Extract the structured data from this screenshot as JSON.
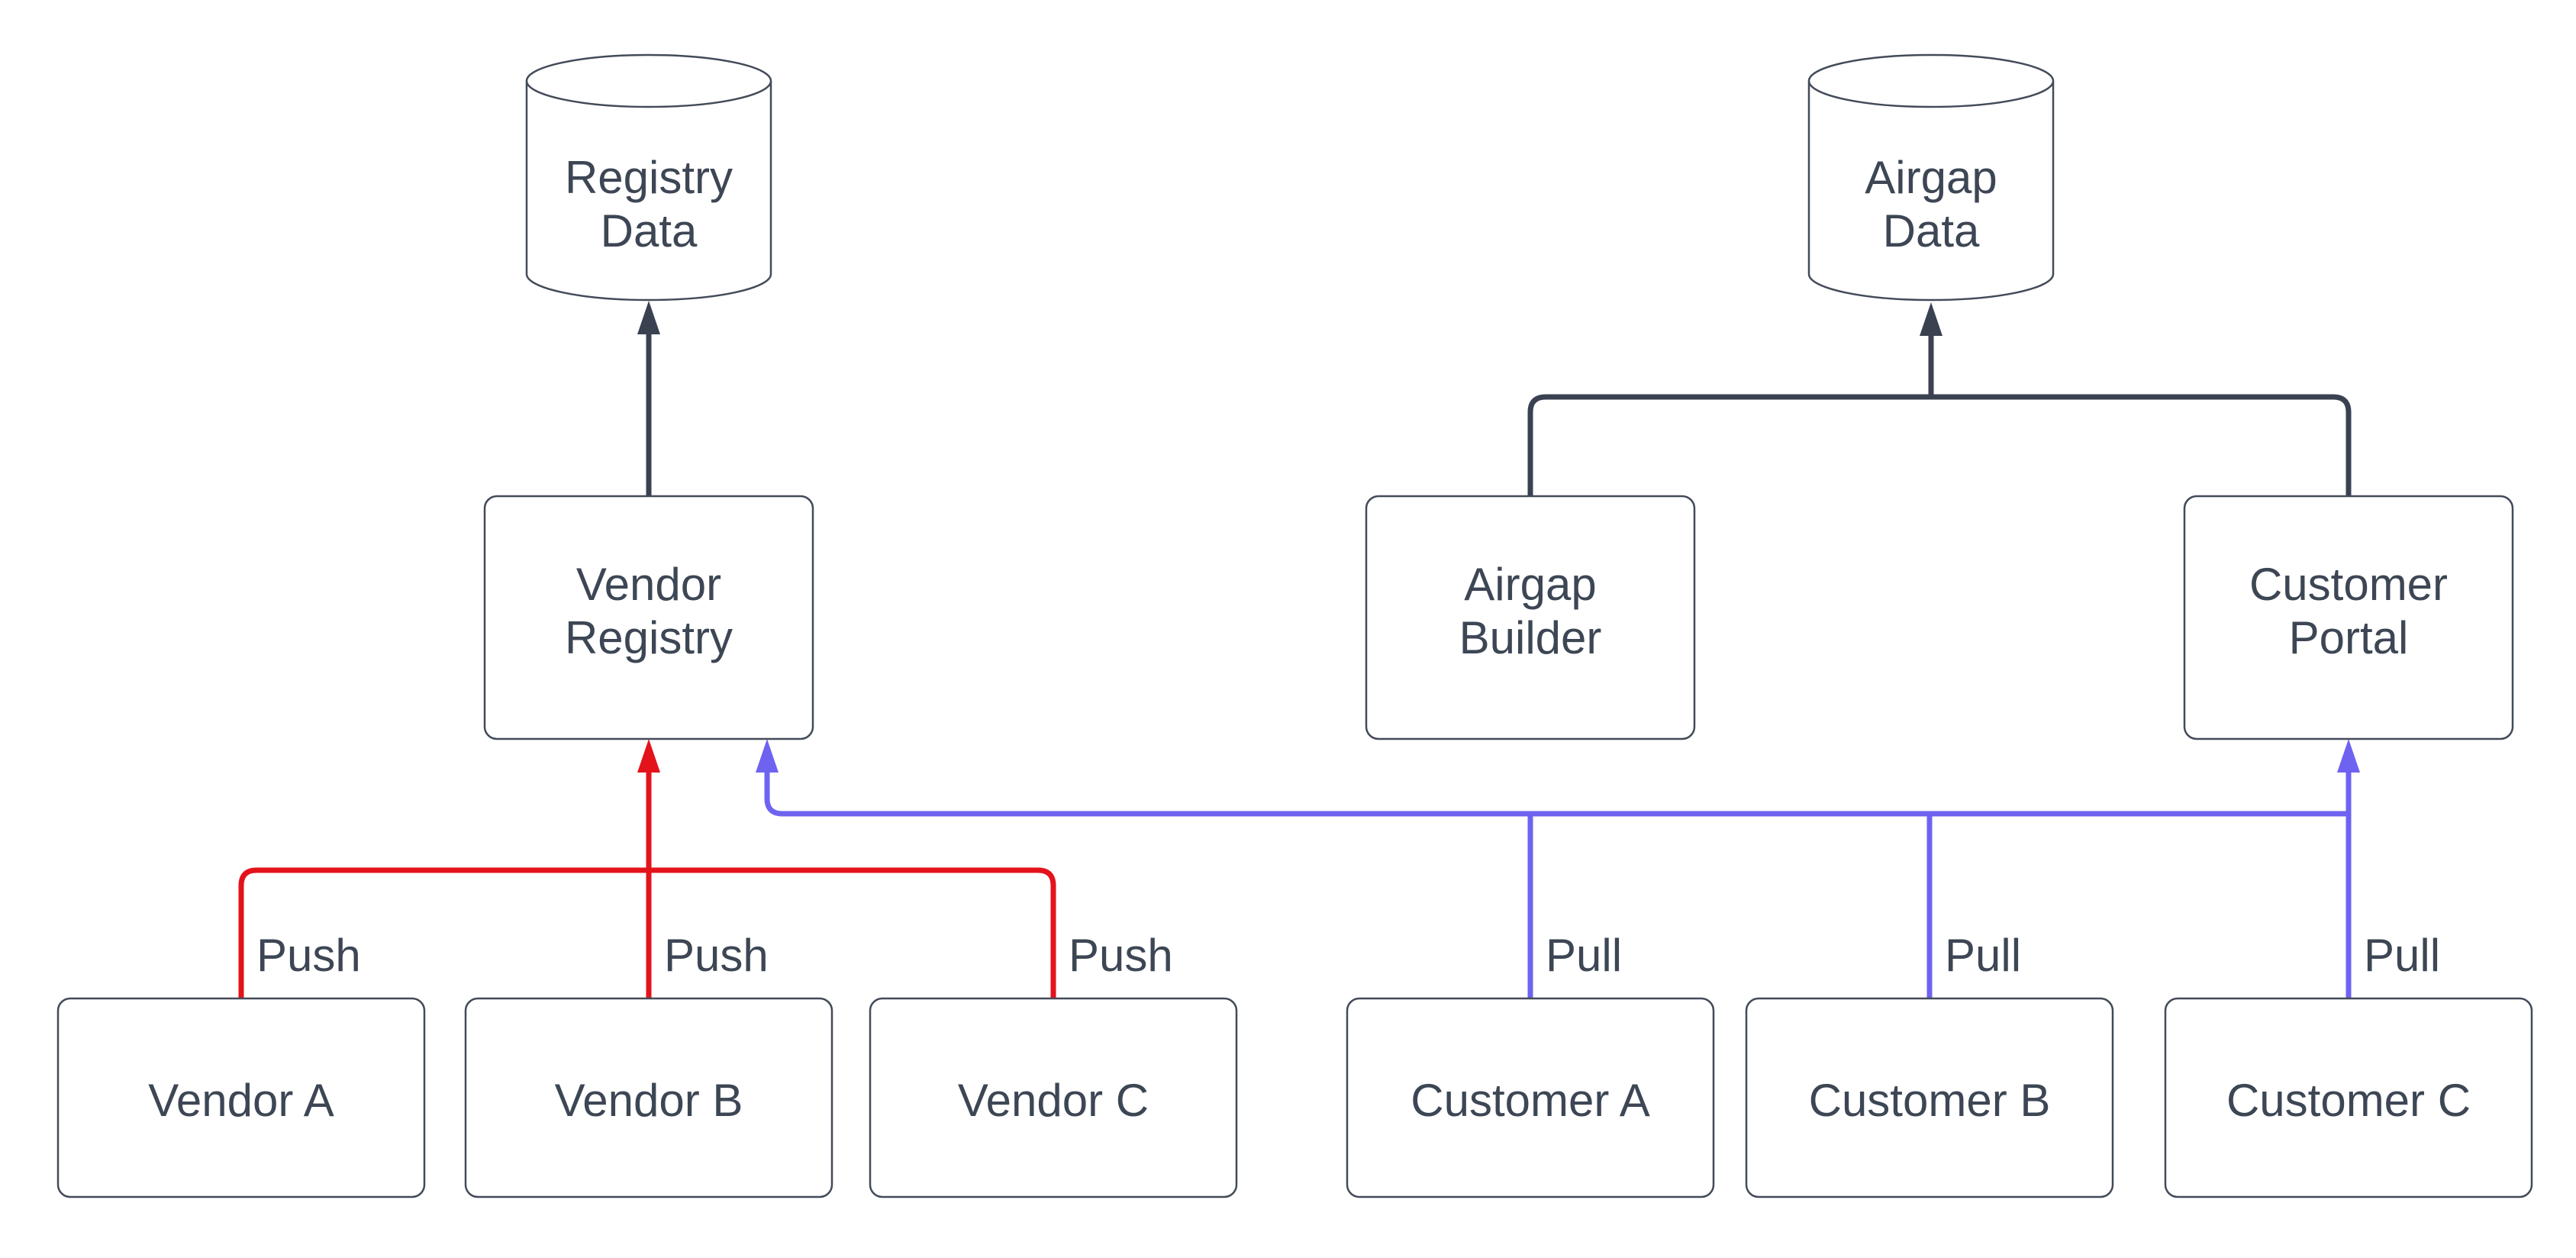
{
  "colors": {
    "push_red": "#e3131b",
    "pull_blue": "#6e63f1",
    "connector_dark": "#3a4252",
    "text_dark": "#3d4654",
    "shape_border": "#434b59",
    "shape_fill": "#ffffff",
    "background": "#ffffff"
  },
  "datastores": [
    {
      "id": "registry-data",
      "lines": [
        "Registry",
        "Data"
      ]
    },
    {
      "id": "airgap-data",
      "lines": [
        "Airgap",
        "Data"
      ]
    }
  ],
  "services": [
    {
      "id": "vendor-registry",
      "lines": [
        "Vendor",
        "Registry"
      ]
    },
    {
      "id": "airgap-builder",
      "lines": [
        "Airgap",
        "Builder"
      ]
    },
    {
      "id": "customer-portal",
      "lines": [
        "Customer",
        "Portal"
      ]
    }
  ],
  "actors": [
    {
      "id": "vendor-a",
      "label": "Vendor A"
    },
    {
      "id": "vendor-b",
      "label": "Vendor B"
    },
    {
      "id": "vendor-c",
      "label": "Vendor C"
    },
    {
      "id": "customer-a",
      "label": "Customer A"
    },
    {
      "id": "customer-b",
      "label": "Customer B"
    },
    {
      "id": "customer-c",
      "label": "Customer C"
    }
  ],
  "edge_labels": {
    "push": [
      "Push",
      "Push",
      "Push"
    ],
    "pull": [
      "Pull",
      "Pull",
      "Pull"
    ]
  }
}
